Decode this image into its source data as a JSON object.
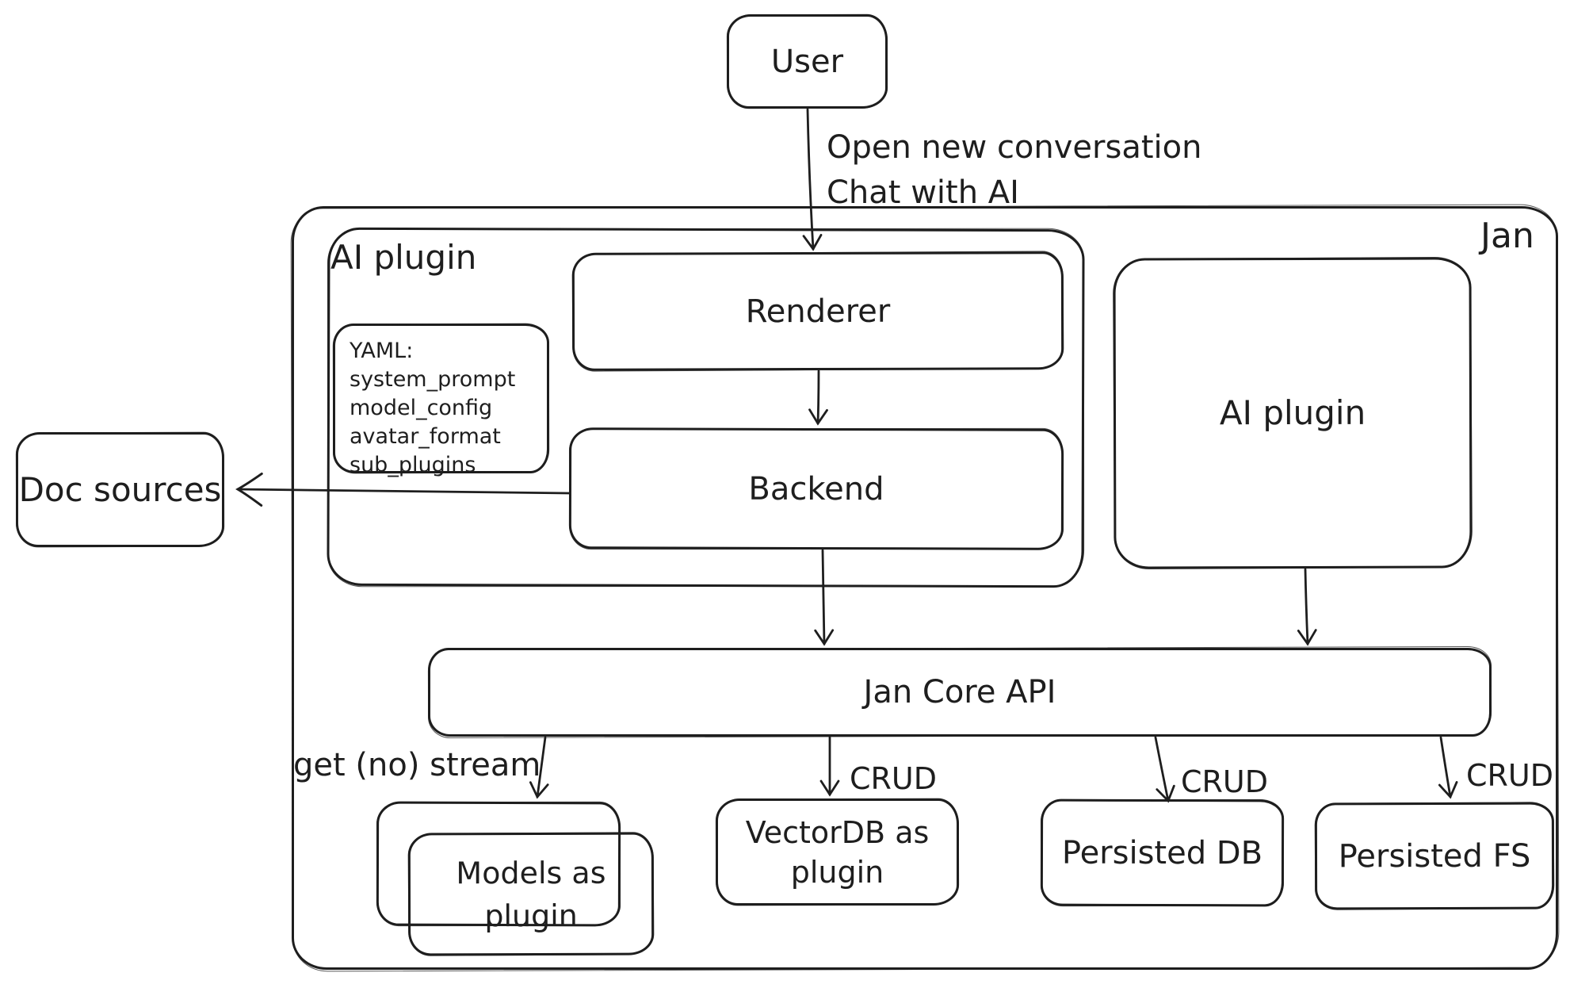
{
  "nodes": {
    "user": {
      "label": "User"
    },
    "jan_container": {
      "label": "Jan"
    },
    "ai_plugin_group": {
      "label": "AI plugin"
    },
    "yaml_note": {
      "lines": [
        "YAML:",
        "system_prompt",
        "model_config",
        "avatar_format",
        "sub_plugins"
      ]
    },
    "renderer": {
      "label": "Renderer"
    },
    "backend": {
      "label": "Backend"
    },
    "ai_plugin_box": {
      "label": "AI plugin"
    },
    "doc_sources": {
      "label": "Doc sources"
    },
    "jan_core_api": {
      "label": "Jan Core API"
    },
    "models_as_plugin": {
      "line1": "Models as",
      "line2": "plugin"
    },
    "vectordb_as_plugin": {
      "line1": "VectorDB as",
      "line2": "plugin"
    },
    "persisted_db": {
      "label": "Persisted DB"
    },
    "persisted_fs": {
      "label": "Persisted FS"
    }
  },
  "edge_labels": {
    "user_to_renderer_line1": "Open new conversation",
    "user_to_renderer_line2": "Chat with AI",
    "core_to_models": "get (no) stream",
    "core_to_vectordb": "CRUD",
    "core_to_persisted_db": "CRUD",
    "core_to_persisted_fs": "CRUD"
  },
  "colors": {
    "stroke": "#1e1e1e",
    "background": "#ffffff"
  }
}
